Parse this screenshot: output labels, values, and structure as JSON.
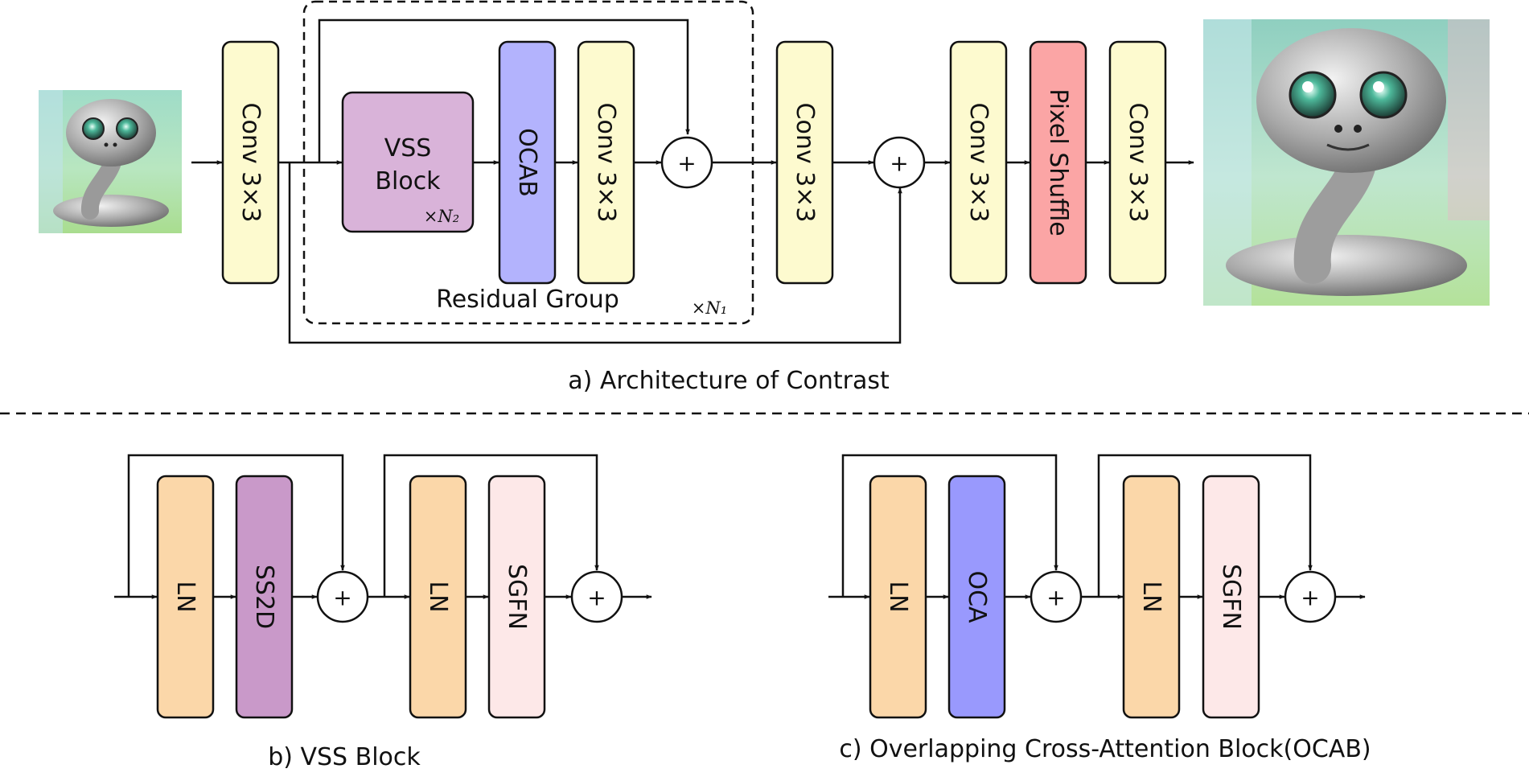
{
  "colors": {
    "conv": "#fdfacf",
    "vss": "#d9b3d9",
    "ocab": "#b3b3fd",
    "pixel_shuffle": "#fba5a5",
    "ln": "#fbd7a9",
    "ss2d": "#c999c9",
    "sgfn": "#fde8e8",
    "oca": "#9999fd"
  },
  "top": {
    "input_image": "robot-cobra-low-res",
    "output_image": "robot-cobra-high-res",
    "conv_in": "Conv 3×3",
    "vss_line1": "VSS",
    "vss_line2": "Block",
    "vss_repeat": "×N₂",
    "ocab": "OCAB",
    "conv_rg": "Conv 3×3",
    "group_label": "Residual Group",
    "group_repeat": "×N₁",
    "conv_mid": "Conv 3×3",
    "conv_up": "Conv 3×3",
    "pixel_shuffle": "Pixel Shuffle",
    "conv_out": "Conv 3×3",
    "plus": "+",
    "caption": "a) Architecture of Contrast"
  },
  "vss_block": {
    "ln1": "LN",
    "ss2d": "SS2D",
    "ln2": "LN",
    "sgfn": "SGFN",
    "plus": "+",
    "caption": "b) VSS Block"
  },
  "ocab_block": {
    "ln1": "LN",
    "oca": "OCA",
    "ln2": "LN",
    "sgfn": "SGFN",
    "plus": "+",
    "caption": "c) Overlapping Cross-Attention Block(OCAB)"
  }
}
